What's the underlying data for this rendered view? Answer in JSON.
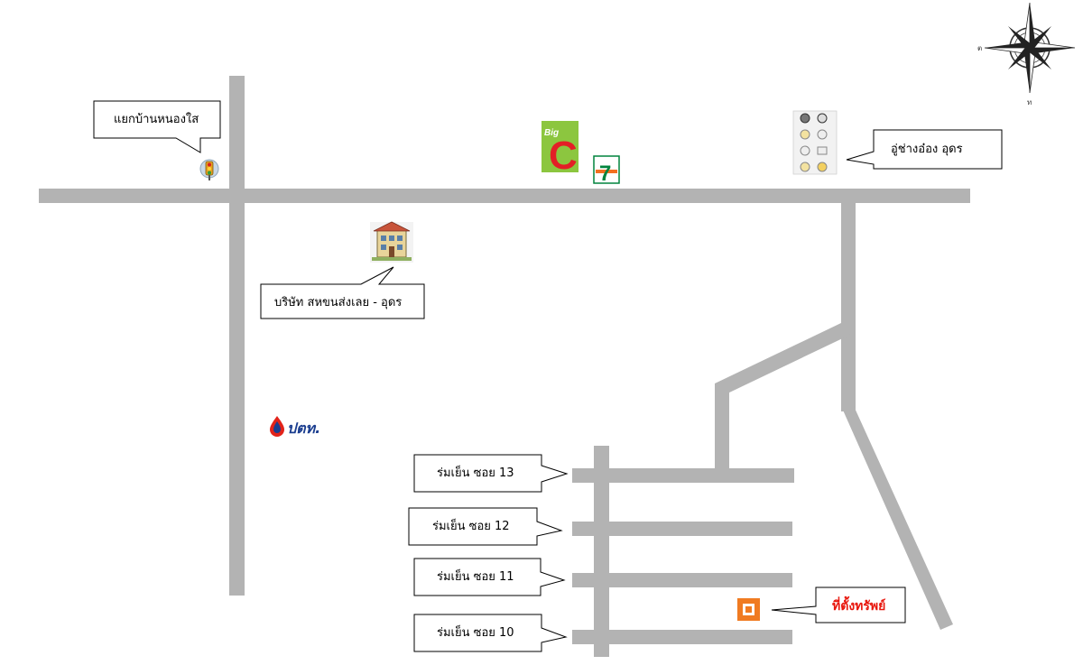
{
  "colors": {
    "road": "#b3b3b3",
    "target_label": "#e8160c",
    "target_marker": "#f07b22",
    "bigc_green": "#8cc63f",
    "bigc_red": "#e31f26",
    "ptt_blue": "#1a3d8f",
    "ptt_red": "#e2231a",
    "seven_green": "#00843d",
    "seven_orange": "#f37021",
    "seven_red": "#e2231a"
  },
  "labels": {
    "nong_sai_junction": "แยกบ้านหนองใส",
    "company": "บริษัท สหขนส่งเลย - อุดร",
    "garage": "อู่ช่างอ๋อง อุดร",
    "soi_13": "ร่มเย็น ซอย 13",
    "soi_12": "ร่มเย็น ซอย 12",
    "soi_11": "ร่มเย็น ซอย 11",
    "soi_10": "ร่มเย็น ซอย 10",
    "property": "ที่ตั้งทรัพย์"
  },
  "logos": {
    "bigc_word": "Big",
    "bigc_letter": "C",
    "ptt_text": "ปตท.",
    "seven_numeral": "7"
  },
  "compass": {
    "west_mark": "ต",
    "south_mark": "ท"
  },
  "icons": {
    "traffic_light": "traffic-light-icon",
    "building": "building-icon",
    "garage_tools": "tools-icon",
    "property_marker": "square-marker-icon",
    "compass": "compass-rose-icon"
  }
}
